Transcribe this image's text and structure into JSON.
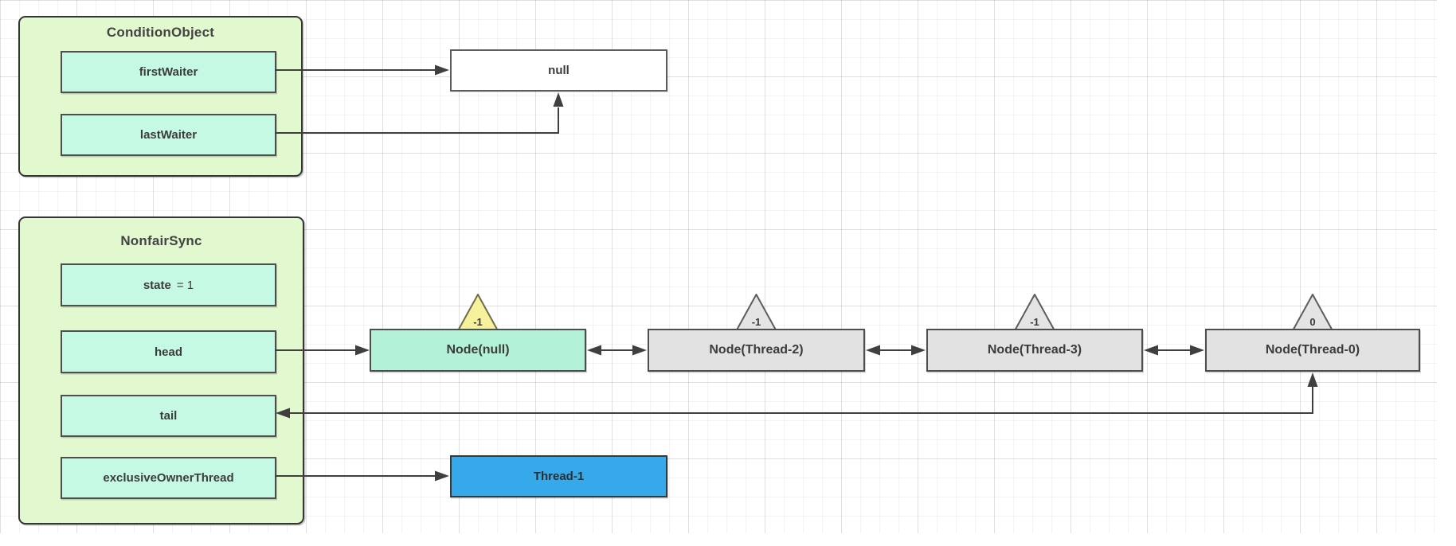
{
  "diagram": {
    "condition_object": {
      "title": "ConditionObject",
      "fields": [
        {
          "label": "firstWaiter"
        },
        {
          "label": "lastWaiter"
        }
      ]
    },
    "null_box": {
      "label": "null"
    },
    "nonfair_sync": {
      "title": "NonfairSync",
      "state_field": {
        "name": "state",
        "value": "= 1"
      },
      "fields": [
        {
          "label": "head"
        },
        {
          "label": "tail"
        },
        {
          "label": "exclusiveOwnerThread"
        }
      ]
    },
    "queue_nodes": [
      {
        "label": "Node(null)",
        "wait_status": "-1",
        "style": "mint",
        "triangle": "yellow"
      },
      {
        "label": "Node(Thread-2)",
        "wait_status": "-1",
        "style": "gray",
        "triangle": "gray"
      },
      {
        "label": "Node(Thread-3)",
        "wait_status": "-1",
        "style": "gray",
        "triangle": "gray"
      },
      {
        "label": "Node(Thread-0)",
        "wait_status": "0",
        "style": "gray",
        "triangle": "gray"
      }
    ],
    "thread_box": {
      "label": "Thread-1"
    },
    "connections": [
      {
        "from": "firstWaiter",
        "to": "null",
        "arrow": "single"
      },
      {
        "from": "lastWaiter",
        "to": "null",
        "arrow": "single"
      },
      {
        "from": "head",
        "to": "Node(null)",
        "arrow": "single"
      },
      {
        "from": "Node(null)",
        "to": "Node(Thread-2)",
        "arrow": "double"
      },
      {
        "from": "Node(Thread-2)",
        "to": "Node(Thread-3)",
        "arrow": "double"
      },
      {
        "from": "Node(Thread-3)",
        "to": "Node(Thread-0)",
        "arrow": "double"
      },
      {
        "from": "tail",
        "to": "Node(Thread-0)",
        "arrow": "double"
      },
      {
        "from": "exclusiveOwnerThread",
        "to": "Thread-1",
        "arrow": "single"
      }
    ],
    "colors": {
      "container_fill": "#e2f9cf",
      "field_fill": "#c6f9e3",
      "head_node_fill": "#b3f2d6",
      "queue_node_fill": "#e2e2e2",
      "yellow_triangle_fill": "#f6f19d",
      "gray_triangle_fill": "#e4e4e4",
      "thread_fill": "#35a9ea",
      "null_fill": "#ffffff",
      "line": "#3f3f3f"
    }
  }
}
